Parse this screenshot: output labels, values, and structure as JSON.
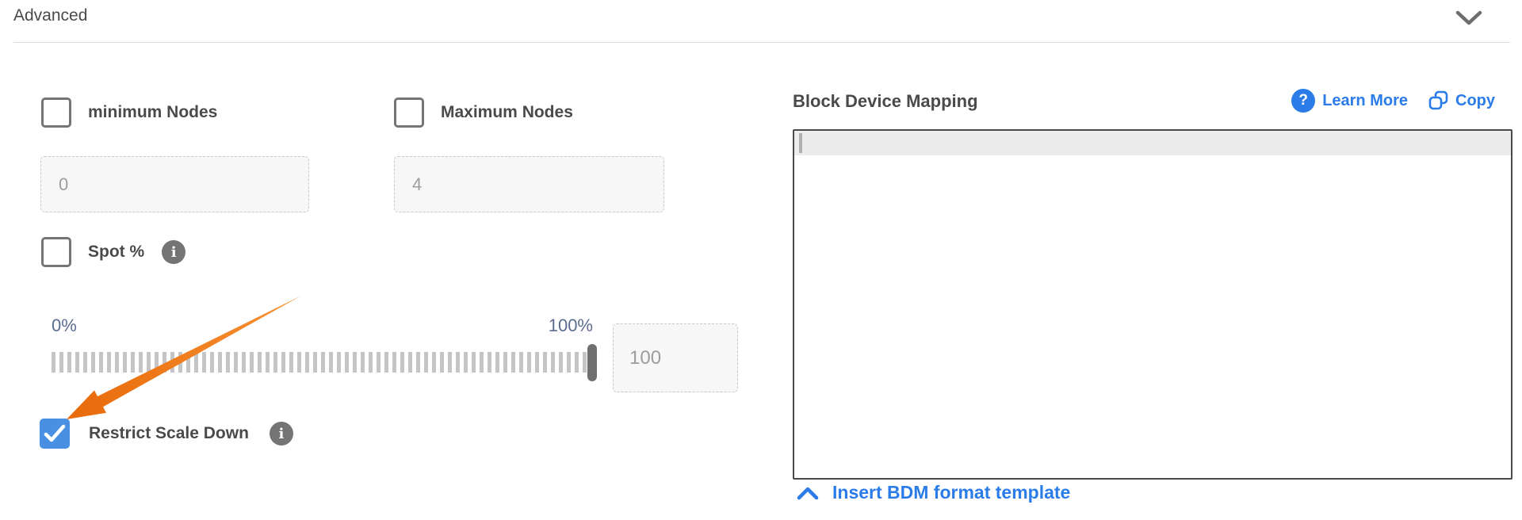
{
  "colors": {
    "accent_blue": "#2b7ce9",
    "checkbox_checked_blue": "#4a90e2",
    "annotation_arrow_orange": "#ee7214",
    "slider_label_blue_gray": "#5b6d8e"
  },
  "advanced_section": {
    "title": "Advanced",
    "collapse_icon": "chevron-down"
  },
  "scaling": {
    "min_nodes": {
      "label": "minimum Nodes",
      "checked": false,
      "value": "0"
    },
    "max_nodes": {
      "label": "Maximum Nodes",
      "checked": false,
      "value": "4"
    },
    "spot": {
      "label": "Spot %",
      "checked": false,
      "info_icon": "info-circle"
    },
    "slider": {
      "min_label": "0%",
      "max_label": "100%",
      "value": "100",
      "position_percent": 100
    },
    "restrict_scale_down": {
      "label": "Restrict Scale Down",
      "checked": true,
      "info_icon": "info-circle"
    }
  },
  "block_device_mapping": {
    "title": "Block Device Mapping",
    "learn_more": {
      "label": "Learn More",
      "icon": "question-circle"
    },
    "copy": {
      "label": "Copy",
      "icon": "copy"
    },
    "editor": {
      "value": "",
      "cursor_visible": true
    },
    "insert_template": {
      "label": "Insert BDM format template",
      "icon": "chevron-up"
    }
  }
}
